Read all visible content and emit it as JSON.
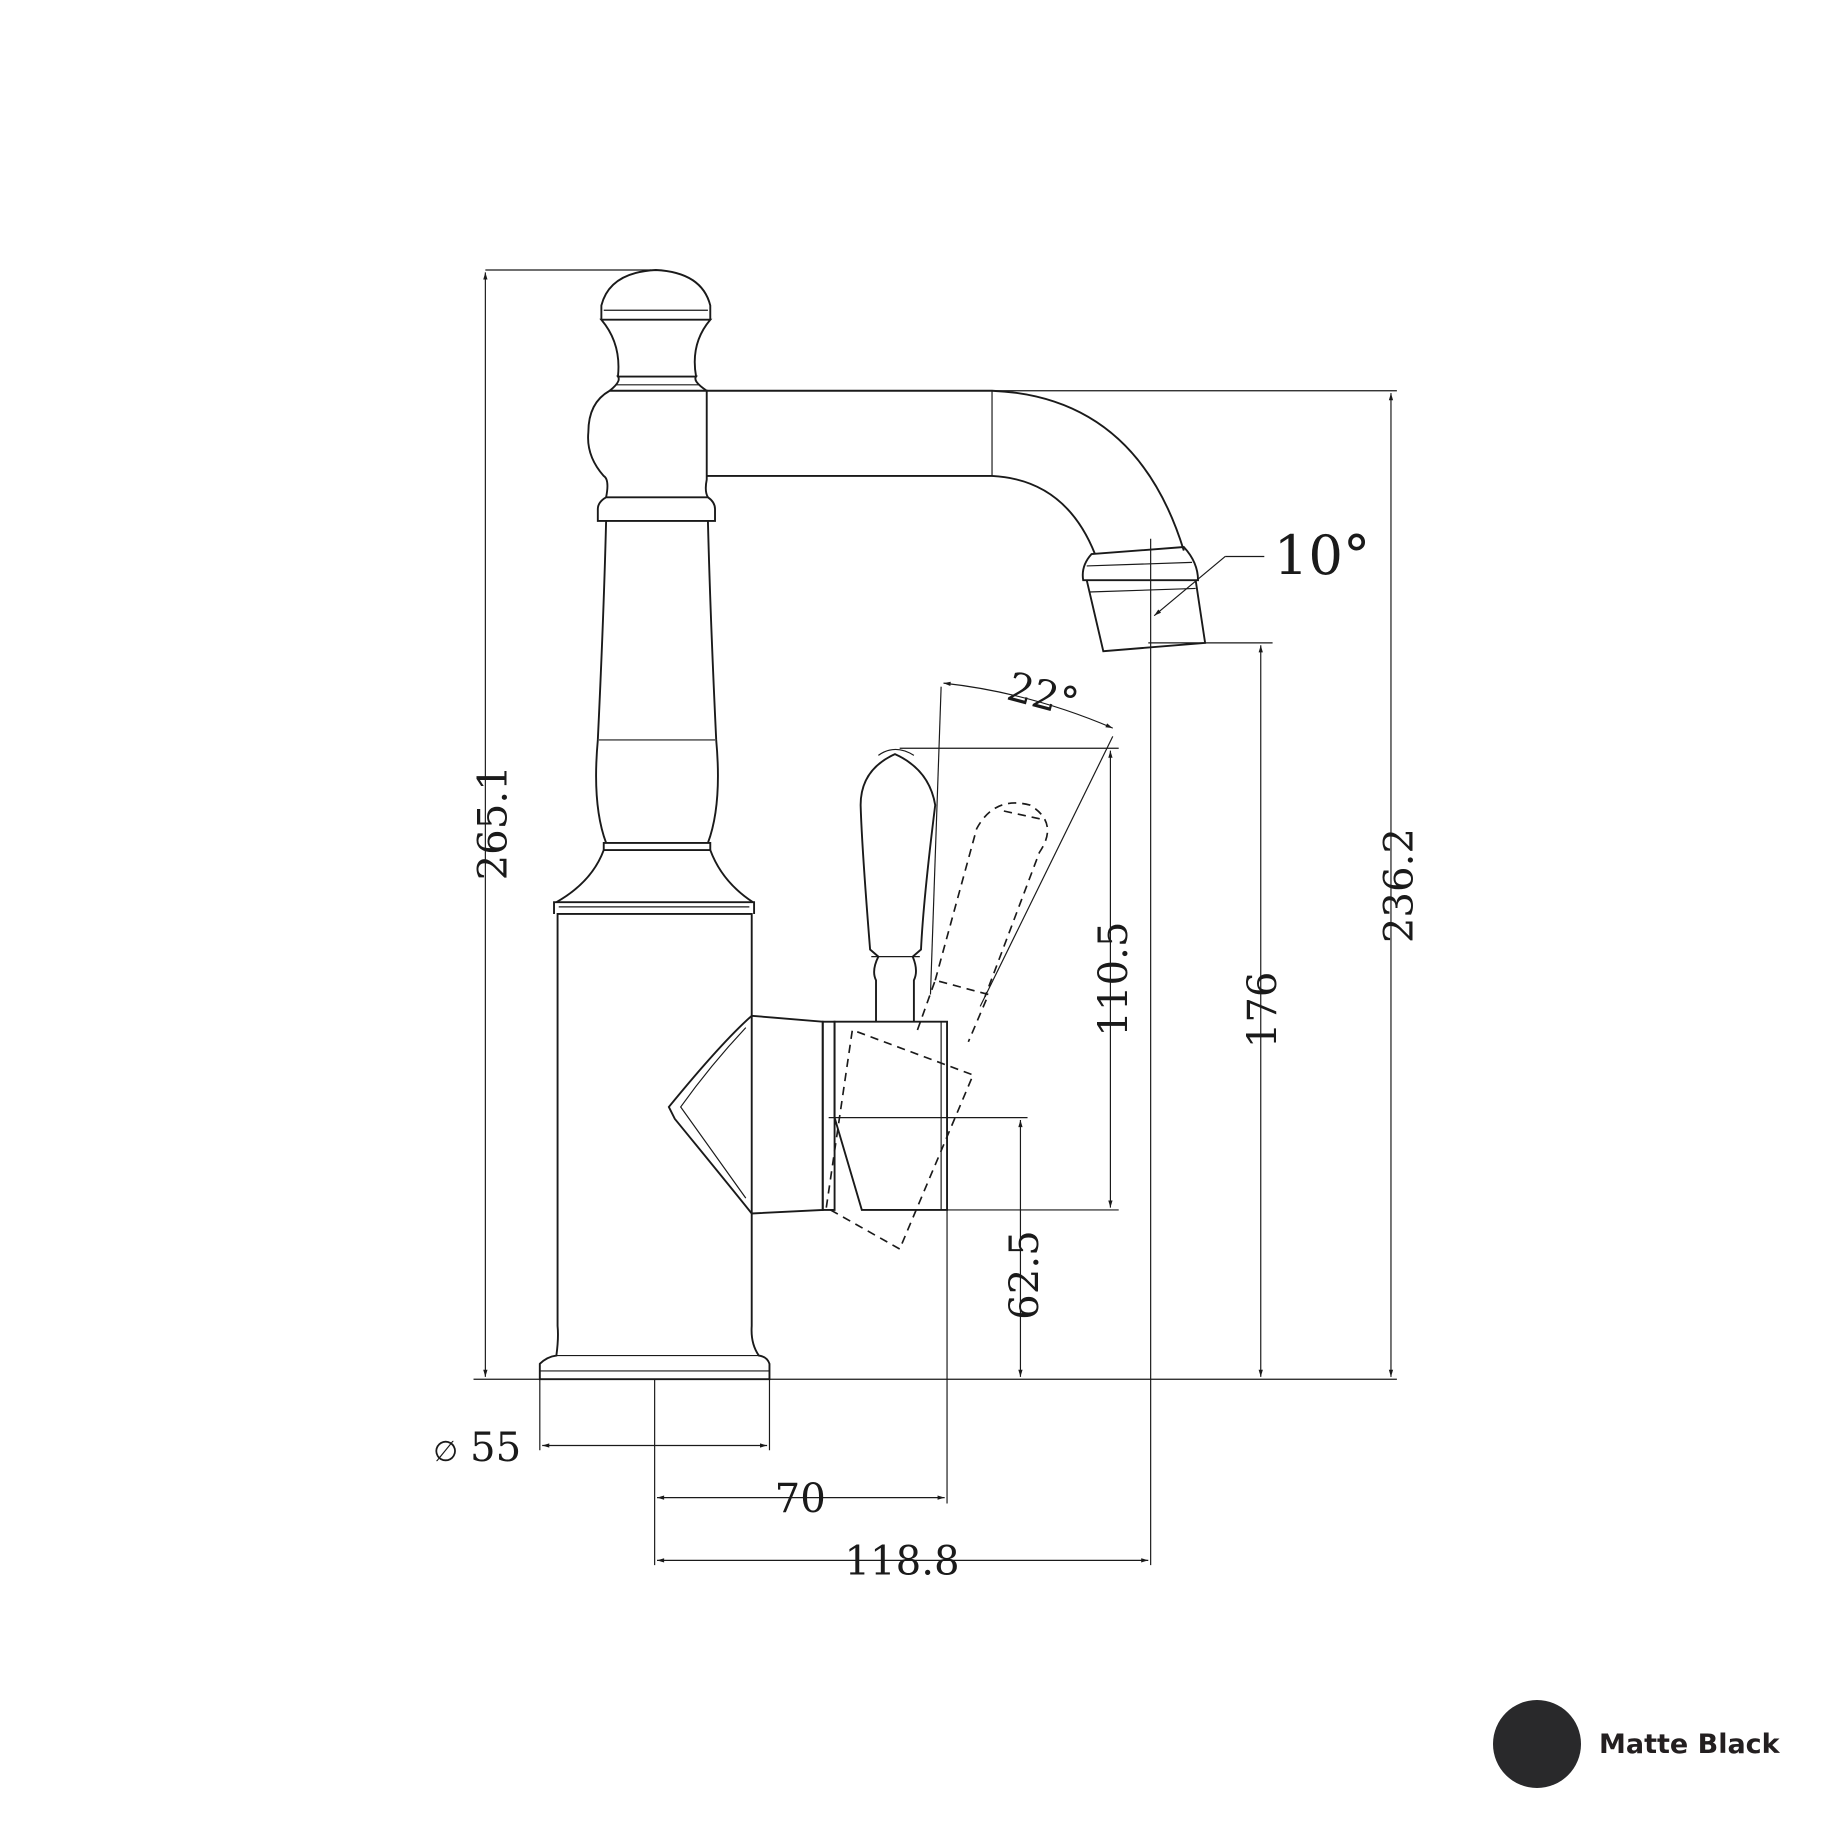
{
  "dimensions": {
    "overall_height": "265.1",
    "spout_top_height": "236.2",
    "outlet_height": "176",
    "lever_height": "110.5",
    "handle_axis_height": "62.5",
    "base_diameter_symbol": "∅",
    "base_diameter": "55",
    "handle_reach": "70",
    "spout_reach": "118.8",
    "lever_angle": "22°",
    "outlet_angle": "10°"
  },
  "finish": {
    "label": "Matte Black",
    "color": "#29292b"
  }
}
